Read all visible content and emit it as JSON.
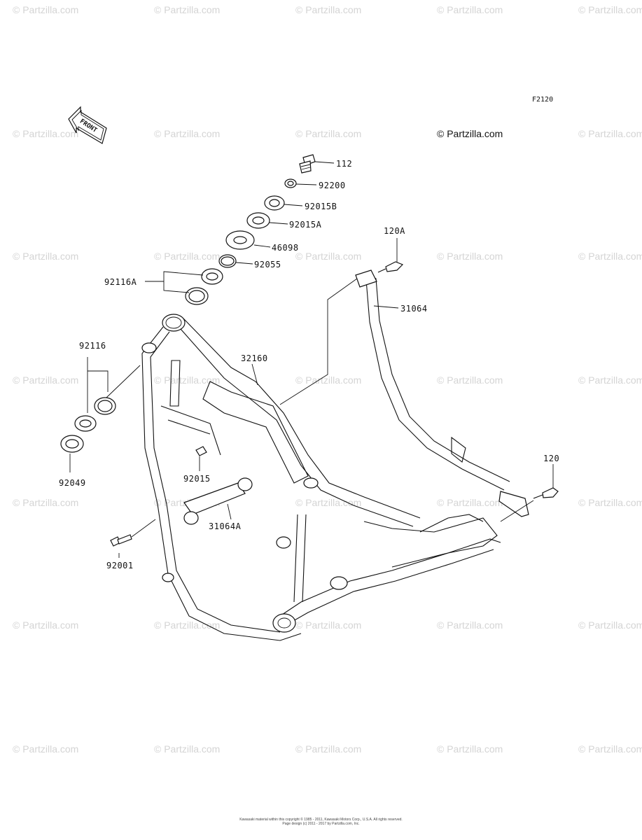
{
  "figure_code": "F2120",
  "copyright": "© Partzilla.com",
  "watermark_text": "© Partzilla.com",
  "front_label": "FRONT",
  "footer_notice": [
    "Kawasaki material within this copyright © 1985 - 2011, Kawasaki Motors Corp., U.S.A. All rights reserved.",
    "Page design (c) 2011 - 2017 by Partzilla.com, Inc."
  ],
  "part_labels": {
    "p112": "112",
    "p92200": "92200",
    "p92015B": "92015B",
    "p92015A": "92015A",
    "p46098": "46098",
    "p92055": "92055",
    "p92116A": "92116A",
    "p120A": "120A",
    "p31064": "31064",
    "p92116": "92116",
    "p32160": "32160",
    "p92049": "92049",
    "p92015": "92015",
    "p120": "120",
    "p31064A": "31064A",
    "p92001": "92001"
  }
}
